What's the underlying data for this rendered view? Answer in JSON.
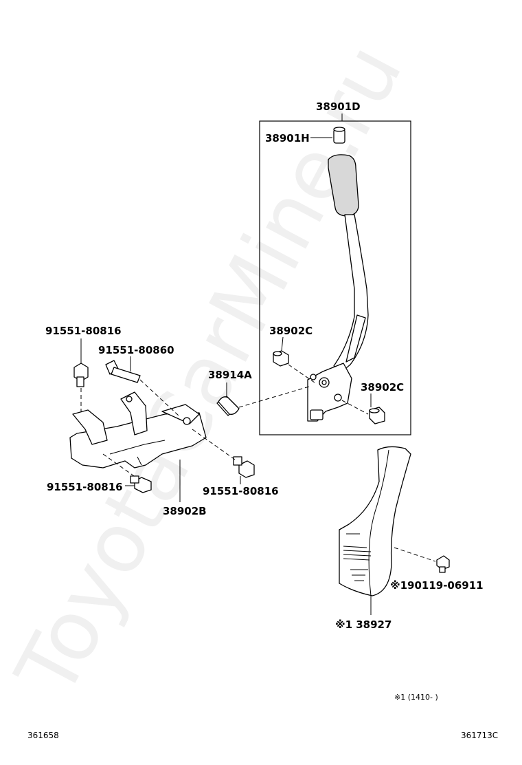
{
  "watermark": "ToyotaCarMine.ru",
  "parts": {
    "p38901D": "38901D",
    "p38901H": "38901H",
    "p38902C_a": "38902C",
    "p38902C_b": "38902C",
    "p38914A": "38914A",
    "p91551_80816_a": "91551-80816",
    "p91551_80860": "91551-80860",
    "p91551_80816_b": "91551-80816",
    "p91551_80816_c": "91551-80816",
    "p38902B": "38902B",
    "p90119_06911": "※190119-06911",
    "p38927": "※1 38927"
  },
  "footnote": "※1 (1410-      )",
  "footer": {
    "left_code": "361658",
    "right_code": "361713C"
  }
}
